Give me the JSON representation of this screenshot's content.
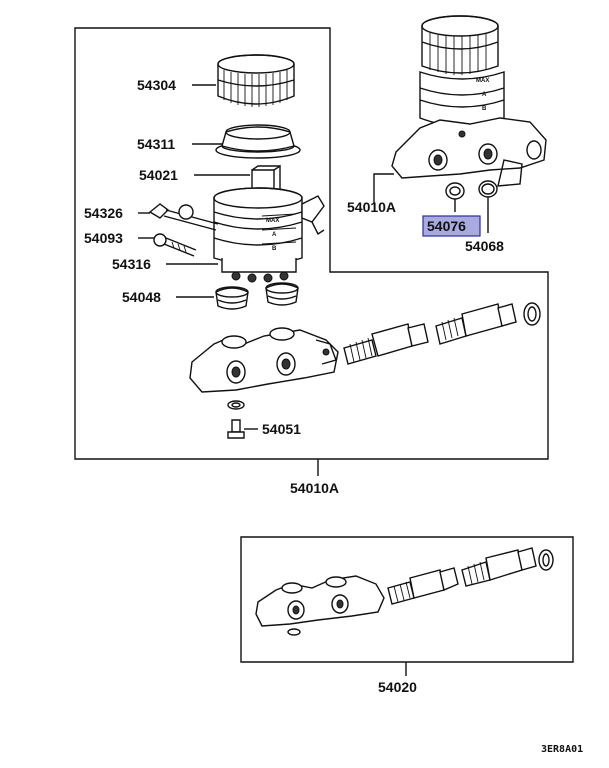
{
  "labels": {
    "p54304": "54304",
    "p54311": "54311",
    "p54021": "54021",
    "p54326": "54326",
    "p54093": "54093",
    "p54316": "54316",
    "p54048": "54048",
    "p54051": "54051",
    "p54010A_main": "54010A",
    "p54010A_inset": "54010A",
    "p54076": "54076",
    "p54068": "54068",
    "p54020": "54020"
  },
  "reservoir_marks": {
    "max": "MAX",
    "a": "A",
    "b": "B"
  },
  "figure_code": "3ER8A01",
  "highlight": {
    "part": "54076",
    "fill": "#a9abe0",
    "stroke": "#2a2f9a"
  }
}
